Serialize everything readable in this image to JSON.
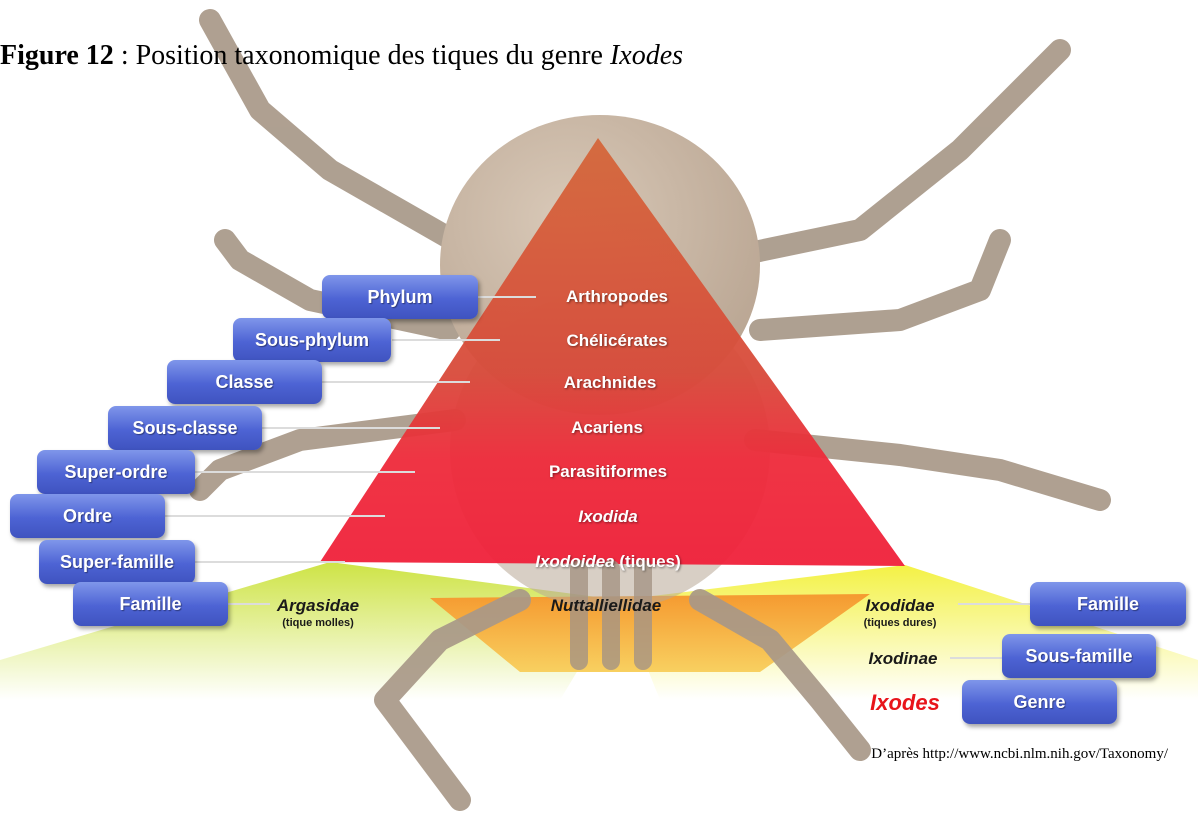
{
  "caption": {
    "bold": "Figure 12",
    "text": " : Position taxonomique des tiques du genre ",
    "italic": "Ixodes"
  },
  "ranks_left": [
    "Phylum",
    "Sous-phylum",
    "Classe",
    "Sous-classe",
    "Super-ordre",
    "Ordre",
    "Super-famille",
    "Famille"
  ],
  "taxa": [
    {
      "name": "Arthropodes",
      "italic": false
    },
    {
      "name": "Chélicérates",
      "italic": false
    },
    {
      "name": "Arachnides",
      "italic": false
    },
    {
      "name": "Acariens",
      "italic": false
    },
    {
      "name": "Parasitiformes",
      "italic": false
    },
    {
      "name": "Ixodida",
      "italic": true
    },
    {
      "name": "Ixodoidea",
      "italic": true,
      "suffix": " (tiques)"
    }
  ],
  "families": {
    "argasidae": {
      "name": "Argasidae",
      "note": "(tique molles)"
    },
    "nuttalliellidae": {
      "name": "Nuttalliellidae"
    },
    "ixodidae": {
      "name": "Ixodidae",
      "note": "(tiques dures)"
    }
  },
  "right_branch": {
    "subfamily": "Ixodinae",
    "genus": "Ixodes",
    "ranks": [
      "Famille",
      "Sous-famille",
      "Genre"
    ]
  },
  "credit": "D’après http://www.ncbi.nlm.nih.gov/Taxonomy/",
  "colors": {
    "tick_body": "#c9b6a3",
    "tick_legs": "#a89888",
    "pyramid_top": "#d2693a",
    "pyramid_base": "#f0283a",
    "rank_box": "#5269d8",
    "ground_green": "#cfe83c",
    "ground_yellow": "#f2f23c",
    "genus_red": "#e8141a"
  }
}
